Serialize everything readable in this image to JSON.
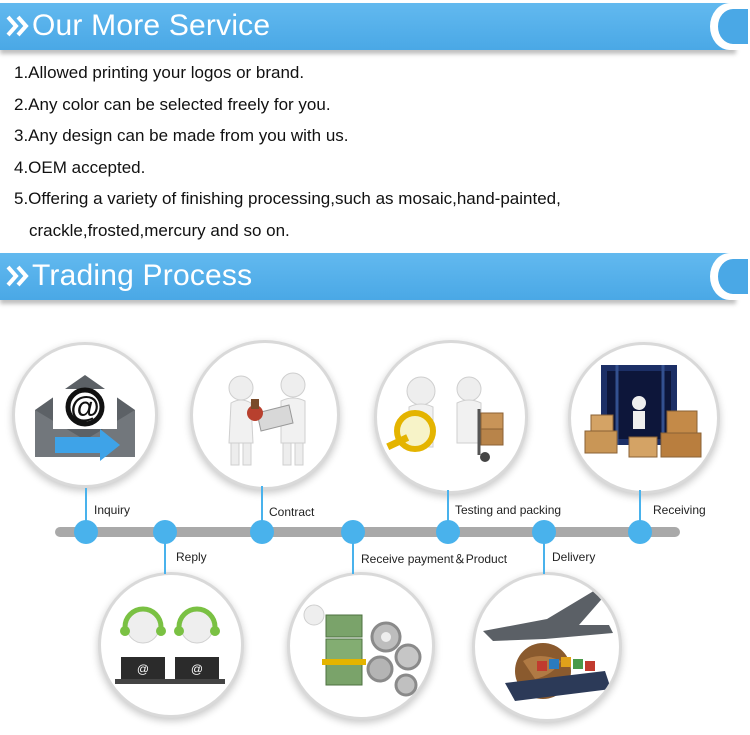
{
  "sections": {
    "service": {
      "title": "Our More Service"
    },
    "trading": {
      "title": "Trading Process"
    }
  },
  "services": [
    "1.Allowed printing your logos or brand.",
    "2.Any color can be selected freely for you.",
    "3.Any design can be made from you with us.",
    "4.OEM accepted.",
    "5.Offering a variety of finishing processing,such as mosaic,hand-painted,",
    "crackle,frosted,mercury and so on."
  ],
  "steps": [
    {
      "label": "Inquiry",
      "icon": "email-envelope-icon"
    },
    {
      "label": "Reply",
      "icon": "customer-service-icon"
    },
    {
      "label": "Contract",
      "icon": "handshake-contract-icon"
    },
    {
      "label": "Receive payment＆Product",
      "icon": "money-gears-icon"
    },
    {
      "label": "Testing and packing",
      "icon": "magnifier-inspection-icon"
    },
    {
      "label": "Delivery",
      "icon": "airplane-ship-icon"
    },
    {
      "label": "Receiving",
      "icon": "container-boxes-icon"
    }
  ],
  "colors": {
    "banner": "#4aa8e6",
    "accent": "#49b2ec",
    "track": "#a9a9a9"
  }
}
